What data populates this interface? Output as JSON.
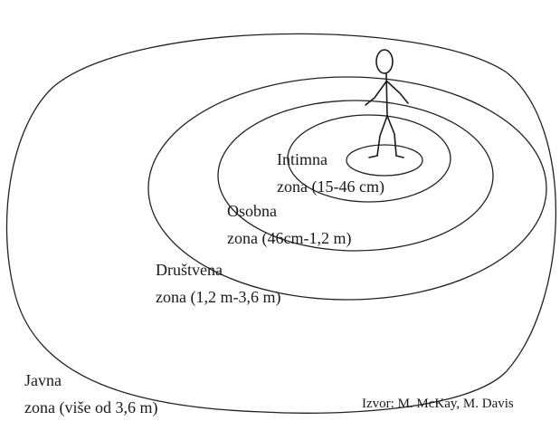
{
  "zones": {
    "intimate": {
      "name": "Intimna",
      "range": "zona (15-46 cm)"
    },
    "personal": {
      "name": "Osobna",
      "range": "zona (46cm-1,2 m)"
    },
    "social": {
      "name": "Društvena",
      "range": "zona (1,2 m-3,6 m)"
    },
    "public": {
      "name": "Javna",
      "range": "zona (više od 3,6 m)"
    }
  },
  "source": "Izvor: M. McKay, M. Davis"
}
